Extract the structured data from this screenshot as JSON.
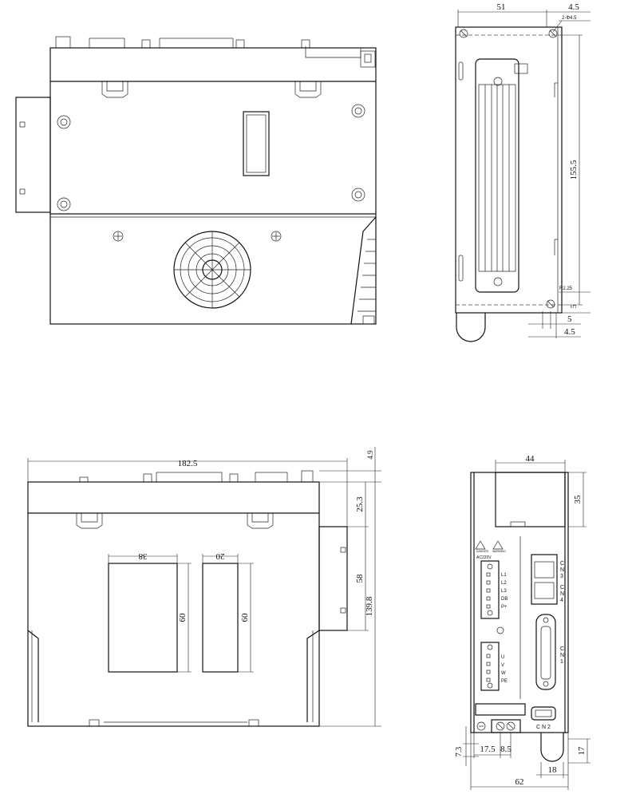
{
  "dims": {
    "top_right_51": "51",
    "top_right_4_5": "4.5",
    "top_right_2phi": "2-Φ4.5",
    "top_right_155_5": "155.5",
    "top_right_r225": "R2.25",
    "top_right_5a": "5",
    "top_right_5b": "5",
    "top_right_4_5b": "4.5",
    "bottom_left_182_5": "182.5",
    "bottom_left_4_9": "4.9",
    "bottom_left_25_3": "25.3",
    "bottom_left_58": "58",
    "bottom_left_139_8": "139.8",
    "bottom_left_38": "38",
    "bottom_left_20": "20",
    "bottom_left_60a": "60",
    "bottom_left_60b": "60",
    "front_44": "44",
    "front_35": "35",
    "front_7_3": "7.3",
    "front_17_5": "17.5",
    "front_8_5": "8.5",
    "front_17": "17",
    "front_18": "18",
    "front_62": "62"
  },
  "front_labels": {
    "ac": "AC220V",
    "danger": "DANGER",
    "warning": "WARNING",
    "l1": "L1",
    "l2": "L2",
    "l3": "L3",
    "db": "DB",
    "pp": "P+",
    "u": "U",
    "v": "V",
    "w": "W",
    "pe": "PE",
    "cn3": [
      "C",
      "N",
      "3"
    ],
    "cn4": [
      "C",
      "N",
      "4"
    ],
    "cn1": [
      "C",
      "N",
      "1"
    ],
    "cn2": "C N 2"
  }
}
